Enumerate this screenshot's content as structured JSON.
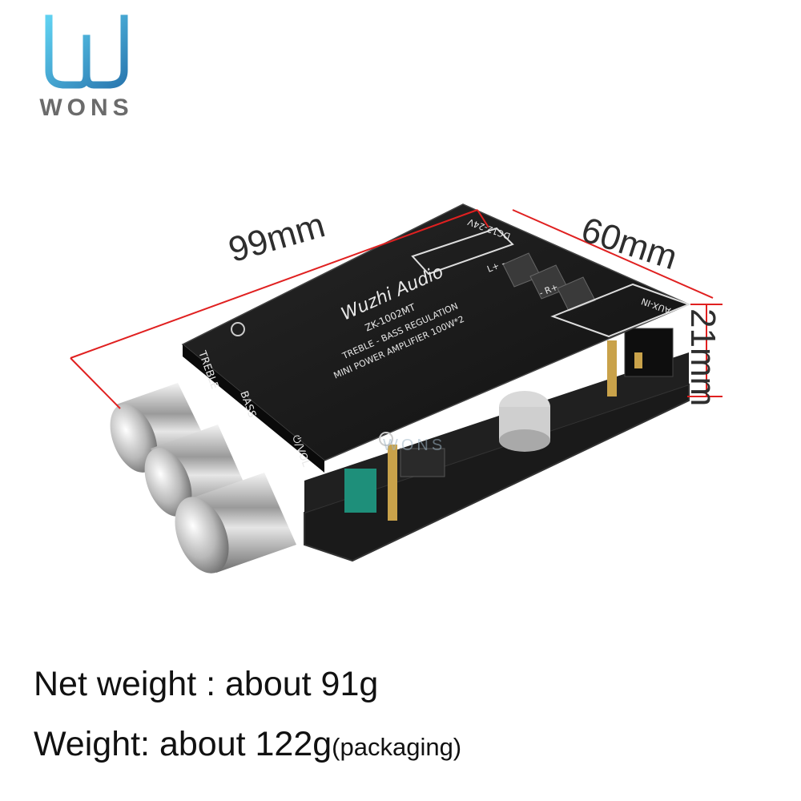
{
  "brand": {
    "logo_text": "WONS",
    "colors": {
      "logo_gradient_start": "#4fc3e8",
      "logo_gradient_end": "#2f7fb8",
      "logo_text": "#6b6b6b"
    }
  },
  "dimensions": {
    "length": "99mm",
    "width": "60mm",
    "height": "21mm",
    "line_color": "#e02020"
  },
  "board": {
    "title_script": "Wuzhi Audio",
    "model": "ZK-1002MT",
    "line1": "TREBLE - BASS REGULATION",
    "line2": "MINI POWER AMPLIFIER 100W*2",
    "knob_labels": [
      "TREBLE",
      "BASS",
      "⏻/VOL"
    ],
    "power_label": "DC12-24V",
    "aux_label": "AUX-IN",
    "left_channel": "L+ -",
    "right_channel": "- R+",
    "watermark": "WONS"
  },
  "specs": {
    "net_weight": "Net weight : about 91g",
    "gross_weight": "Weight: about 122g",
    "gross_note": "(packaging)"
  }
}
